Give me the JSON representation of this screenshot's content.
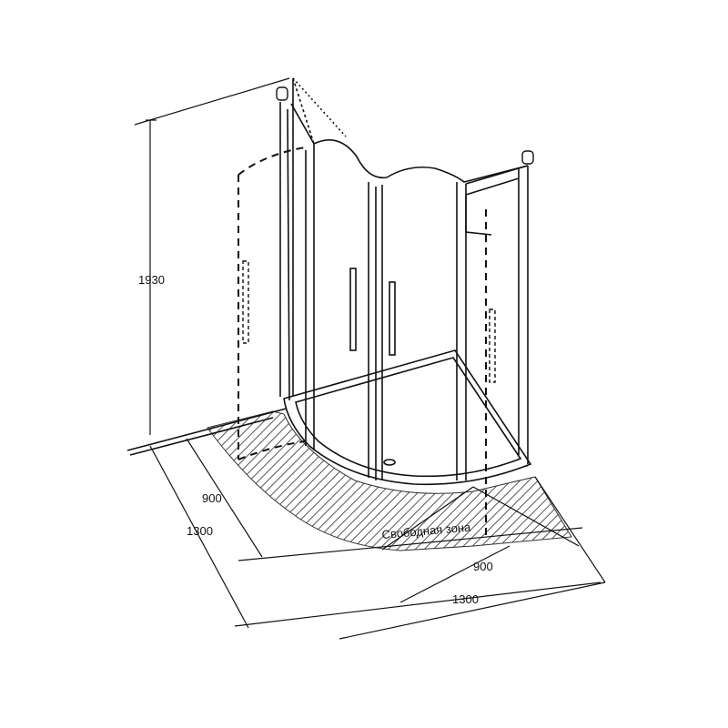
{
  "dimensions": {
    "height": "1930",
    "depth_inner": "900",
    "depth_outer": "1300",
    "width_inner": "900",
    "width_outer": "1300"
  },
  "free_zone_label": "Свободная зона"
}
